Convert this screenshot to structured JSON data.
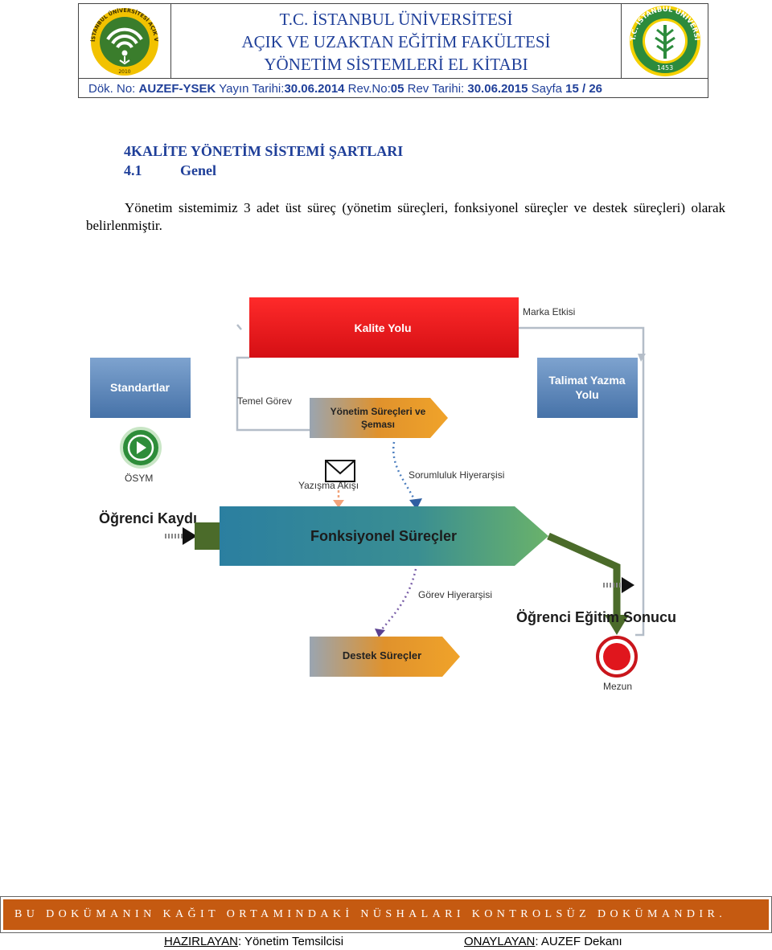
{
  "header": {
    "title_line1": "T.C. İSTANBUL ÜNİVERSİTESİ",
    "title_line2": "AÇIK VE UZAKTAN EĞİTİM FAKÜLTESİ",
    "title_line3": "YÖNETİM SİSTEMLERİ EL KİTABI",
    "meta": {
      "dok_label": "Dök. No: ",
      "dok_value": "AUZEF-YSEK",
      "yayin_label": " Yayın Tarihi:",
      "yayin_value": "30.06.2014",
      "rev_label": " Rev.No:",
      "rev_value": "05",
      "revtarih_label": "  Rev Tarihi: ",
      "revtarih_value": "30.06.2015",
      "sayfa_label": "  Sayfa ",
      "sayfa_value": "15 / 26"
    },
    "logo_left_text": "İSTANBUL ÜNİVERSİTESİ AÇIK VE UZAKTAN EĞİTİM FAKÜLTESİ",
    "logo_left_year": "2010",
    "logo_right_text": "T.C. İSTANBUL ÜNİVERSİTESİ",
    "logo_right_year": "1453"
  },
  "content": {
    "section_title": "4KALİTE YÖNETİM SİSTEMİ ŞARTLARI",
    "subsection_num": "4.1",
    "subsection_title": "Genel",
    "paragraph": "Yönetim sistemimiz 3 adet üst süreç (yönetim süreçleri, fonksiyonel süreçler ve destek süreçleri) olarak belirlenmiştir."
  },
  "diagram": {
    "kalite_yolu": "Kalite Yolu",
    "marka_etkisi": "Marka Etkisi",
    "standartlar": "Standartlar",
    "talimat_line1": "Talimat Yazma",
    "talimat_line2": "Yolu",
    "temel_gorev": "Temel Görev",
    "yonetim_line1": "Yönetim Süreçleri ve",
    "yonetim_line2": "Şeması",
    "osym": "ÖSYM",
    "yazisma_akisi": "Yazışma Akışı",
    "sorumluluk": "Sorumluluk Hiyerarşisi",
    "ogrenci_kaydi": "Öğrenci Kaydı",
    "fonksiyonel": "Fonksiyonel Süreçler",
    "gorev_hiyerarsisi": "Görev Hiyerarşisi",
    "egitim_sonucu": "Öğrenci Eğitim Sonucu",
    "destek": "Destek Süreçler",
    "mezun": "Mezun"
  },
  "footer": {
    "banner": "BU DOKÜMANIN KAĞIT ORTAMINDAKİ NÜSHALARI KONTROLSÜZ DOKÜMANDIR.",
    "hazirlayan_label": "HAZIRLAYAN",
    "hazirlayan_value": ": Yönetim Temsilcisi",
    "onaylayan_label": "ONAYLAYAN",
    "onaylayan_value": ": AUZEF Dekanı"
  },
  "colors": {
    "header_blue": "#1f3f99",
    "banner_orange": "#c55a11",
    "kalite_red": "#e8141b",
    "box_blue": "#5b86b8",
    "arrow_orange": "#e0922c",
    "teal": "#2b7f9a",
    "green": "#4b6b2a"
  }
}
